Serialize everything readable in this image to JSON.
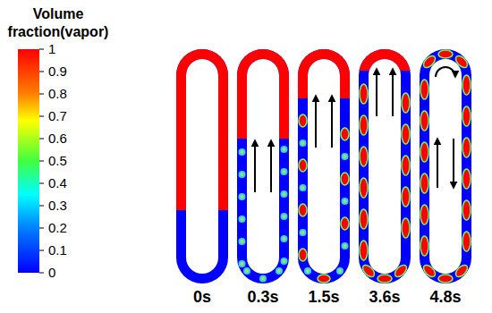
{
  "diagram": {
    "title": "Volume fraction(vapor)",
    "labels": [
      "1",
      "0.9",
      "0.8",
      "0.7",
      "0.6",
      "0.5",
      "0.4",
      "0.3",
      "0.2",
      "0.1",
      "0",
      "0s",
      "0.3s",
      "1.5s",
      "3.6s",
      "4.8s"
    ]
  }
}
